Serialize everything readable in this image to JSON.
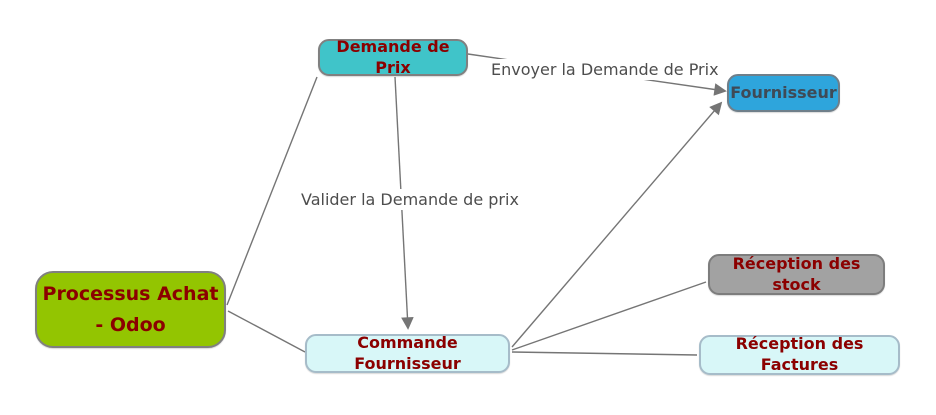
{
  "diagram": {
    "title": "Processus Achat - Odoo (diagramme)",
    "background": "#ffffff",
    "edge_color": "#757575",
    "edge_label_color": "#4d4d4d",
    "nodes": [
      {
        "id": "processus",
        "label": "Processus Achat - Odoo",
        "fill": "#93C501",
        "border": "#808080",
        "text_color": "#8B0000"
      },
      {
        "id": "demande",
        "label": "Demande de Prix",
        "fill": "#40C4C9",
        "border": "#808080",
        "text_color": "#8B0000"
      },
      {
        "id": "fournisseur",
        "label": "Fournisseur",
        "fill": "#2EA5DC",
        "border": "#6F7F8A",
        "text_color": "#3F4A56"
      },
      {
        "id": "commande",
        "label": "Commande Fournisseur",
        "fill": "#D8F7F8",
        "border": "#A6BCC9",
        "text_color": "#8B0000"
      },
      {
        "id": "stock",
        "label": "Réception des stock",
        "fill": "#A2A2A2",
        "border": "#7D7D7D",
        "text_color": "#8B0000"
      },
      {
        "id": "factures",
        "label": "Réception des Factures",
        "fill": "#D8F7F8",
        "border": "#A6BCC9",
        "text_color": "#8B0000"
      }
    ],
    "edges": [
      {
        "from": "processus",
        "to": "demande",
        "label": "",
        "arrow": false
      },
      {
        "from": "processus",
        "to": "commande",
        "label": "",
        "arrow": false
      },
      {
        "from": "demande",
        "to": "fournisseur",
        "label": "Envoyer la Demande de Prix",
        "arrow": true
      },
      {
        "from": "demande",
        "to": "commande",
        "label": "Valider la Demande de prix",
        "arrow": true
      },
      {
        "from": "commande",
        "to": "fournisseur",
        "label": "",
        "arrow": true
      },
      {
        "from": "commande",
        "to": "stock",
        "label": "",
        "arrow": false
      },
      {
        "from": "commande",
        "to": "factures",
        "label": "",
        "arrow": false
      }
    ]
  }
}
